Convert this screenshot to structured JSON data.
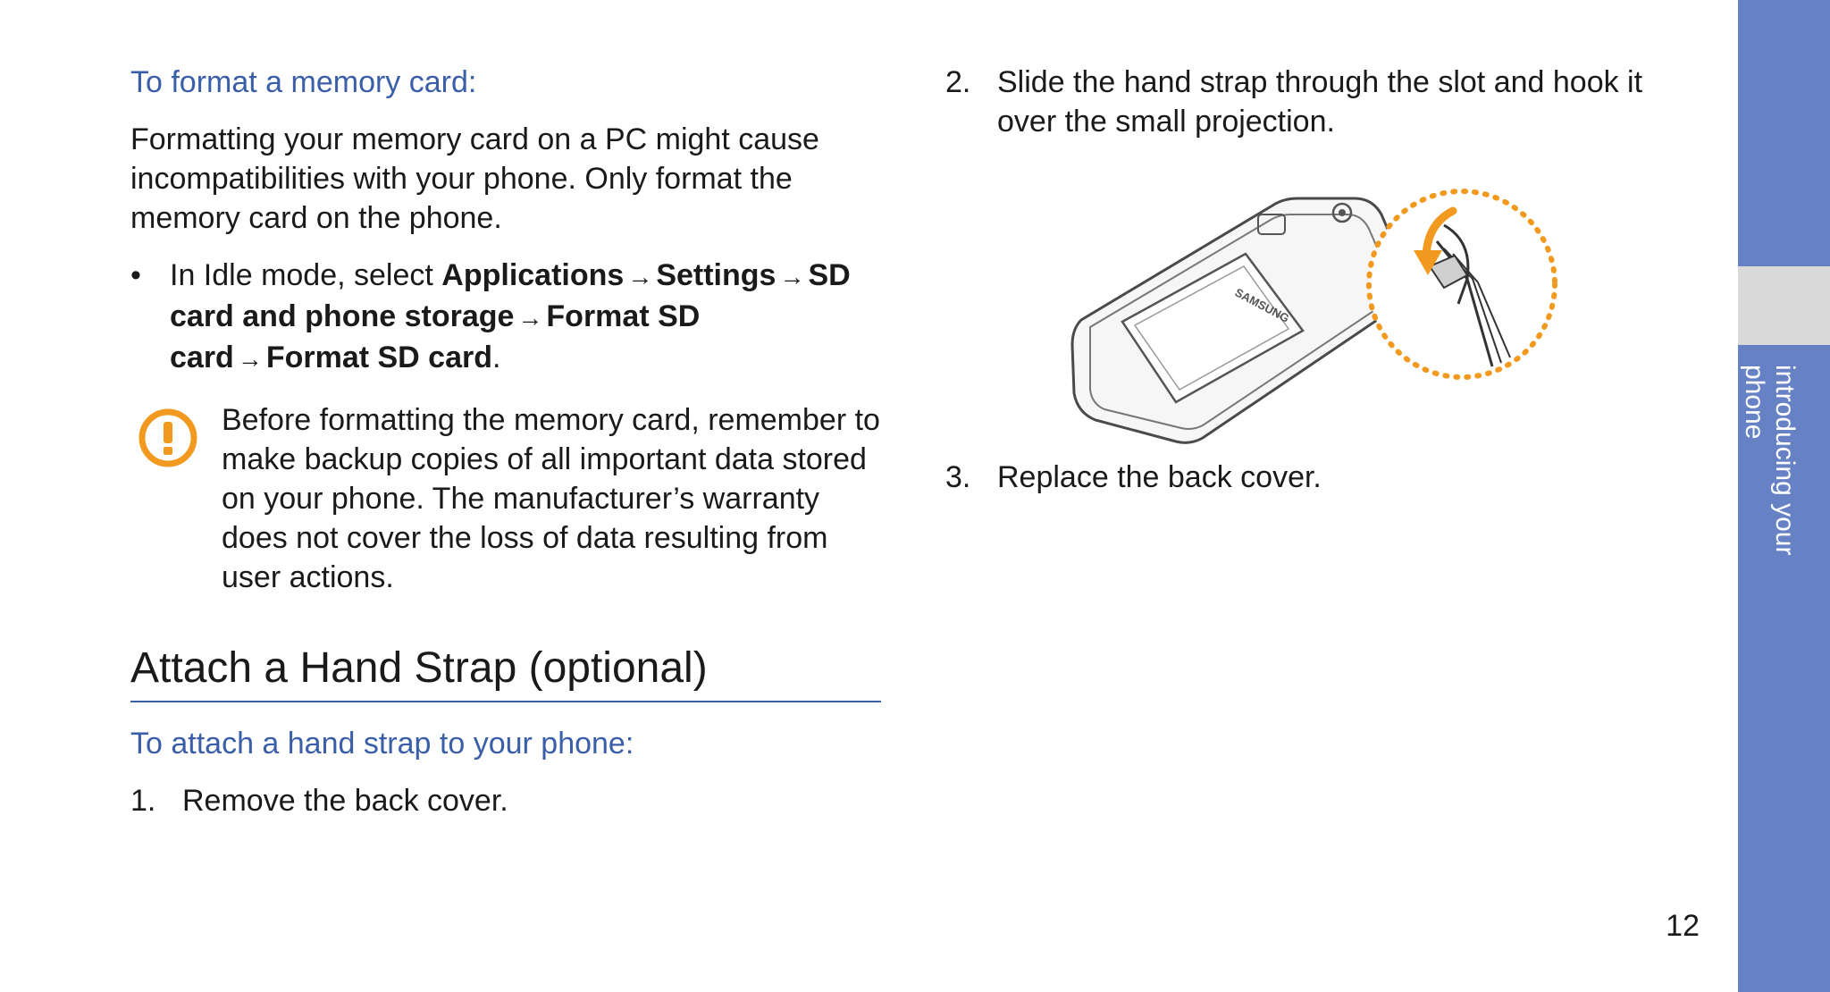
{
  "left": {
    "subhead1": "To format a memory card:",
    "para1": "Formatting your memory card on a PC might cause incompatibilities with your phone. Only format the memory card on the phone.",
    "bullet": {
      "bullet_char": "•",
      "lead": "In Idle mode, select ",
      "path": [
        "Applications",
        "Settings",
        "SD card and phone storage",
        "Format SD card",
        "Format SD card"
      ],
      "arrow": "→",
      "trail": "."
    },
    "warning_text": "Before formatting the memory card, remember to make backup copies of all important data stored on your phone. The manufacturer’s warranty does not cover the loss of data resulting from user actions.",
    "section_title": "Attach a Hand Strap (optional)",
    "subhead2": "To attach a hand strap to your phone:",
    "steps": [
      {
        "num": "1.",
        "text": "Remove the back cover."
      }
    ]
  },
  "right": {
    "steps": [
      {
        "num": "2.",
        "text": "Slide the hand strap through the slot and hook it over the small projection."
      },
      {
        "num": "3.",
        "text": "Replace the back cover."
      }
    ],
    "illustration": {
      "brand_text": "SAMSUNG"
    }
  },
  "sidebar": {
    "label": "introducing your phone"
  },
  "page_number": "12",
  "colors": {
    "accent": "#3a5ea8",
    "sidebar": "#6681c4",
    "tab": "#d9d9d9",
    "warning": "#f29a1f"
  }
}
